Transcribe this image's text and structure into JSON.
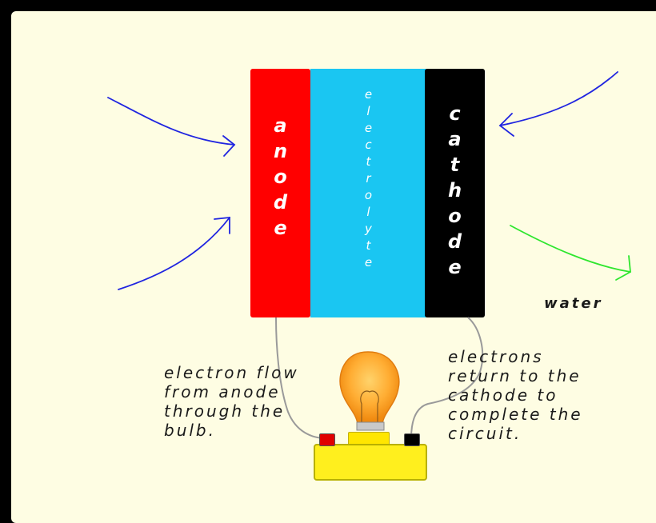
{
  "plates": {
    "anode": "anode",
    "electrolyte": "electrolyte",
    "cathode": "cathode"
  },
  "labels": {
    "water": "water",
    "left_note": "electron flow\nfrom anode\nthrough the\nbulb.",
    "right_note": "electrons\nreturn to the\ncathode to\ncomplete the\ncircuit."
  },
  "colors": {
    "anode": "#ff0000",
    "electrolyte": "#1ac6f2",
    "cathode": "#000000",
    "input_arrows": "#1f24e0",
    "water_arrow": "#2ee62e",
    "background": "#fefde3"
  },
  "icons": {
    "bulb": "light-bulb-icon"
  }
}
